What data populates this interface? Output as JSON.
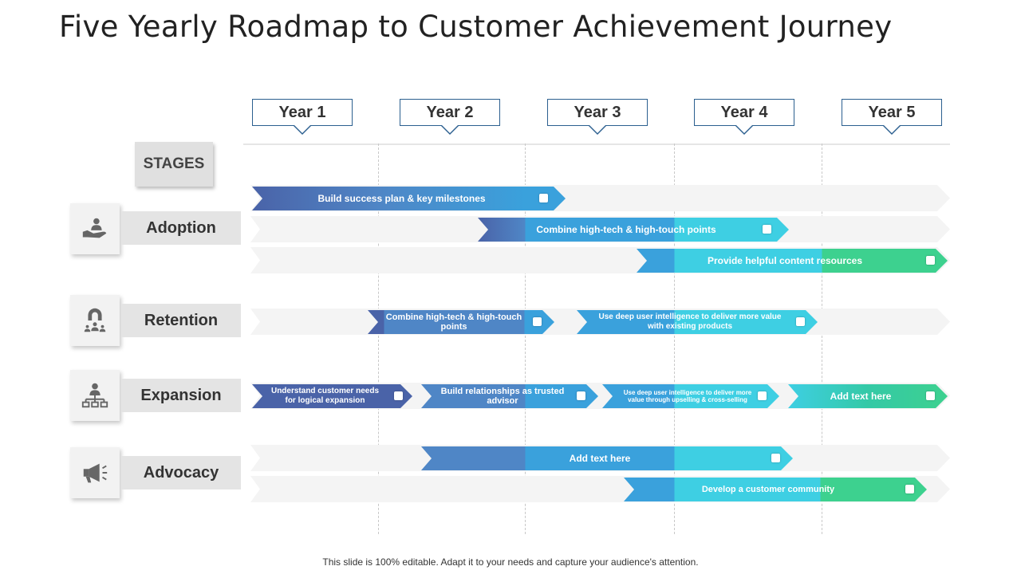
{
  "title": "Five Yearly Roadmap to Customer Achievement Journey",
  "years": [
    "Year 1",
    "Year 2",
    "Year 3",
    "Year 4",
    "Year 5"
  ],
  "stages_header": "STAGES",
  "stages": [
    {
      "label": "Adoption",
      "icon": "hand-holding-person-icon"
    },
    {
      "label": "Retention",
      "icon": "magnet-people-icon"
    },
    {
      "label": "Expansion",
      "icon": "org-chart-icon"
    },
    {
      "label": "Advocacy",
      "icon": "megaphone-icon"
    }
  ],
  "bars": [
    {
      "text": "Build success plan & key milestones",
      "stage": "Adoption"
    },
    {
      "text": "Combine high-tech & high-touch points",
      "stage": "Adoption"
    },
    {
      "text": "Provide helpful content resources",
      "stage": "Adoption"
    },
    {
      "text": "Combine high-tech & high-touch points",
      "stage": "Retention"
    },
    {
      "text": "Use deep user intelligence to deliver more value with existing products",
      "stage": "Retention"
    },
    {
      "text": "Understand customer needs for logical expansion",
      "stage": "Expansion"
    },
    {
      "text": "Build relationships as trusted advisor",
      "stage": "Expansion"
    },
    {
      "text": "Use deep user intelligence to deliver more value through upselling & cross-selling",
      "stage": "Expansion"
    },
    {
      "text": "Add text here",
      "stage": "Expansion"
    },
    {
      "text": "Add text here",
      "stage": "Advocacy"
    },
    {
      "text": "Develop a customer community",
      "stage": "Advocacy"
    }
  ],
  "colors": {
    "deep_blue": "#4a63a8",
    "mid_blue": "#4f86c6",
    "light_blue": "#3aa1dc",
    "cyan": "#3ecfe3",
    "teal": "#34c9a6",
    "green": "#3dd18f",
    "track": "#f4f4f4",
    "year_border": "#2b5f8f"
  },
  "footer": "This slide is 100% editable. Adapt it to your needs and capture your audience's attention."
}
